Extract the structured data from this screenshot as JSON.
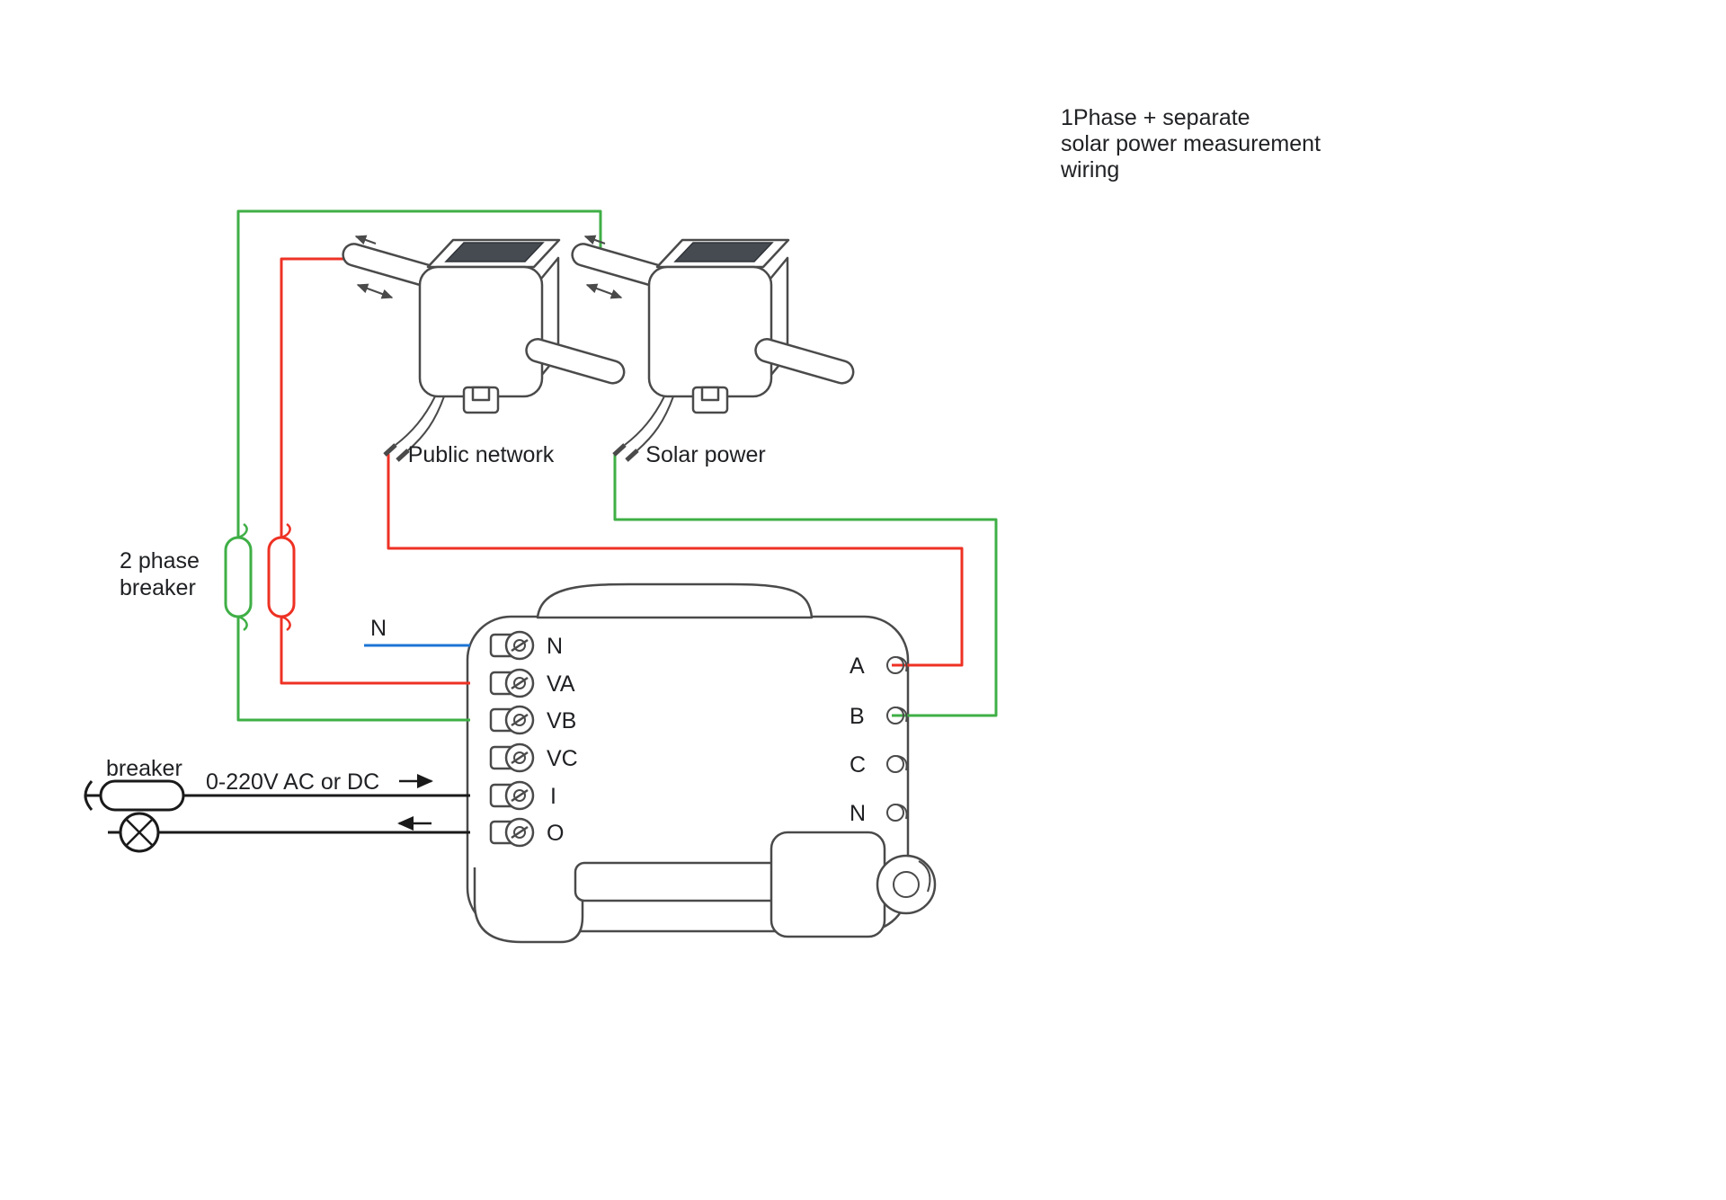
{
  "title": {
    "line1": "1Phase + separate",
    "line2": "solar power measurement",
    "line3": "wiring"
  },
  "ct": {
    "public_label": "Public network",
    "solar_label": "Solar power"
  },
  "phase_breaker": {
    "label_line1": "2 phase",
    "label_line2": "breaker"
  },
  "supply": {
    "neutral_label": "N",
    "breaker_label": "breaker",
    "voltage_label": "0-220V AC or DC"
  },
  "meter": {
    "left_terminals": [
      "N",
      "VA",
      "VB",
      "VC",
      "I",
      "O"
    ],
    "right_terminals": [
      "A",
      "B",
      "C",
      "N"
    ]
  },
  "colors": {
    "green": "#3faf46",
    "red": "#ee3124",
    "blue": "#1b74d4",
    "black": "#1a1a1a",
    "outline": "#4a4a4a"
  }
}
